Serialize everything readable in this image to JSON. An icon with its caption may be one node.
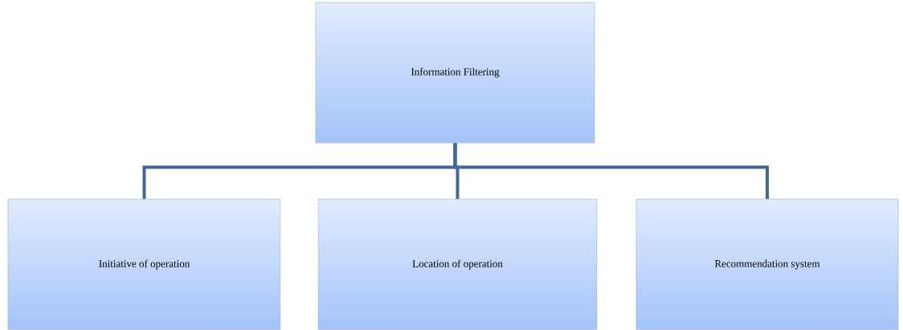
{
  "diagram": {
    "nodes": [
      {
        "text": [
          "Information Filtering"
        ]
      },
      {
        "text": [
          "Initiative of operation"
        ]
      },
      {
        "text": [
          "Location of operation"
        ]
      },
      {
        "text": [
          "Recommendation system"
        ]
      }
    ],
    "edges": [
      {
        "from": 0,
        "to": 1,
        "arrow": "none"
      },
      {
        "from": 0,
        "to": 2,
        "arrow": "none"
      },
      {
        "from": 0,
        "to": 3,
        "arrow": "none"
      }
    ]
  }
}
